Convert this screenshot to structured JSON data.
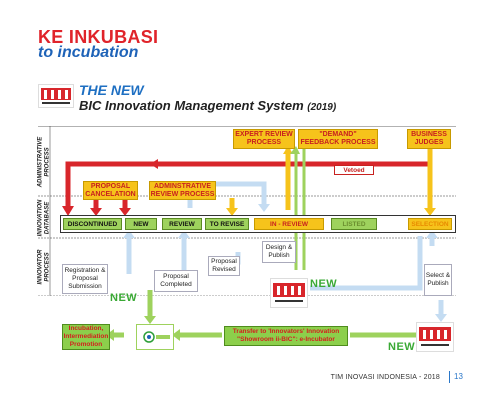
{
  "header": {
    "title_id": "KE INKUBASI",
    "title_en": "to incubation"
  },
  "diagram_title": {
    "new": "THE NEW",
    "main": "BIC Innovation Management System",
    "year": "(2019)"
  },
  "row_labels": {
    "administrative": [
      "ADMINISTRATIVE",
      "PROCESS"
    ],
    "database": [
      "INNOVATION",
      "DATABASE"
    ],
    "innovator": [
      "INNOVATOR",
      "PROCESS"
    ]
  },
  "top_boxes": {
    "expert_review": "EXPERT REVIEW PROCESS",
    "demand_feedback": "\"DEMAND\" FEEDBACK PROCESS",
    "business_judges": "BUSINESS JUDGES"
  },
  "admin_boxes": {
    "proposal_cancelation": "PROPOSAL CANCELATION",
    "admin_review": "ADMINSTRATIVE REVIEW PROCESS",
    "vetoed": "Vetoed"
  },
  "stages": [
    "DISCONTINUED",
    "NEW",
    "REVIEW",
    "TO REVISE",
    "IN - REVIEW",
    "LISTED",
    "SELECTION"
  ],
  "innovator_boxes": {
    "registration": "Registration & Proposal Submission",
    "proposal_completed": "Proposal Completed",
    "proposal_revised": "Proposal Revised",
    "design_publish": "Design & Publish",
    "select_publish": "Select & Publish"
  },
  "bottom": {
    "incubation": "Incubation, Intermediation Promotion",
    "transfer": "Transfer to 'Innovators' Innovation \"Showroom ii-BIC\": e-Incubator",
    "new_label": "NEW"
  },
  "footer": {
    "text": "TIM INOVASI INDONESIA - 2018",
    "page": "13"
  },
  "colors": {
    "red": "#e0232a",
    "blue": "#1e63b8",
    "yellow": "#f6c31b",
    "green": "#9ed25d",
    "light_blue": "#c4dcf2"
  }
}
